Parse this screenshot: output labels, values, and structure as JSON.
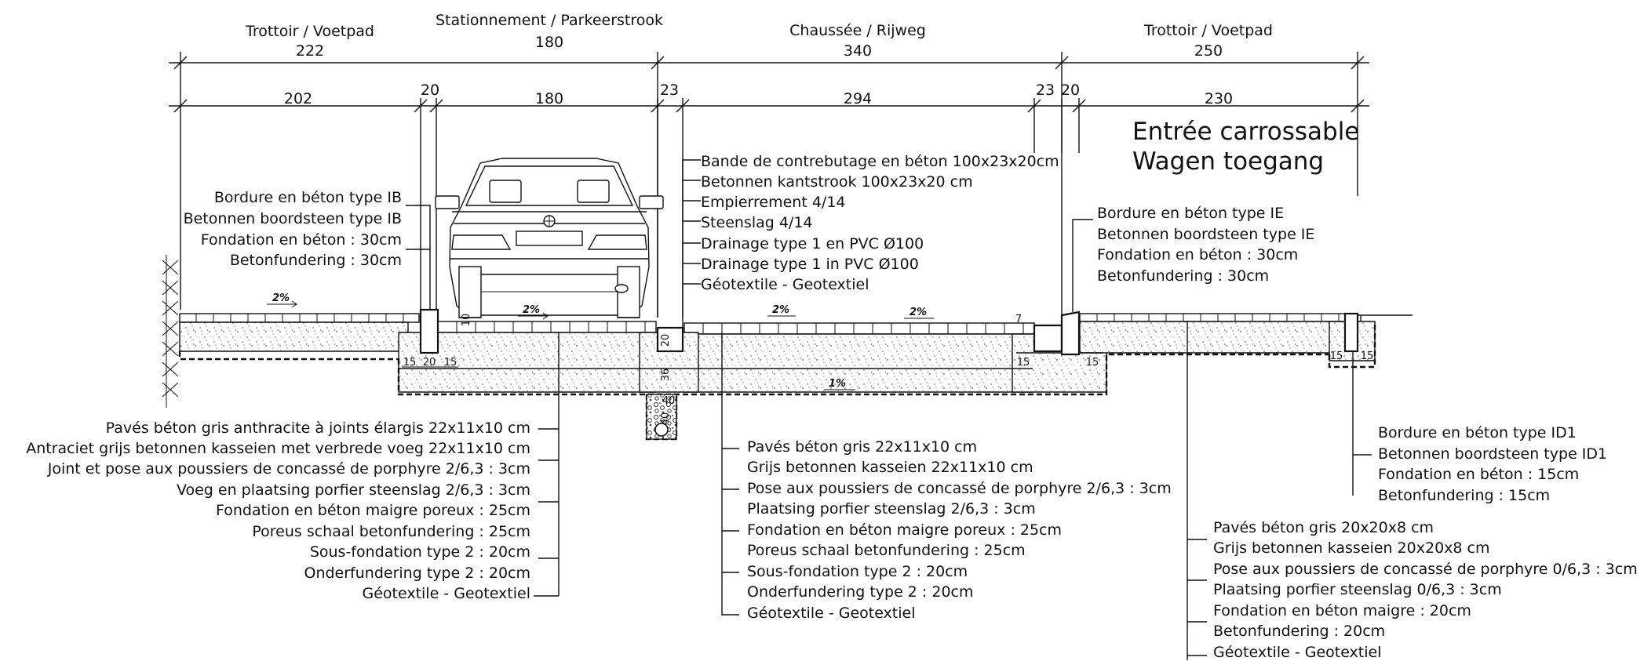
{
  "zones": [
    {
      "name": "Trottoir / Voetpad",
      "width": "222"
    },
    {
      "name": "Stationnement / Parkeerstrook",
      "width": "180"
    },
    {
      "name": "Chaussée / Rijweg",
      "width": "340"
    },
    {
      "name": "Trottoir / Voetpad",
      "width": "250"
    }
  ],
  "subdims": [
    "202",
    "20",
    "180",
    "23",
    "294",
    "23",
    "20",
    "230"
  ],
  "entree": [
    "Entrée carrossable",
    "Wagen toegang"
  ],
  "slopes": [
    "2%",
    "2%",
    "2%",
    "2%",
    "1%"
  ],
  "small_dims": [
    "15",
    "20",
    "15",
    "10",
    "20",
    "36",
    "40",
    "40",
    "15",
    "15",
    "15",
    "15",
    "7"
  ],
  "legend_ib": [
    "Bordure en béton type IB",
    "Betonnen boordsteen type IB",
    "Fondation en béton : 30cm",
    "Betonfundering : 30cm"
  ],
  "legend_top_mid": [
    "Bande de contrebutage en béton 100x23x20cm",
    "Betonnen kantstrook 100x23x20 cm",
    "Empierrement 4/14",
    "Steenslag 4/14",
    "Drainage type 1 en PVC Ø100",
    "Drainage type 1 in PVC Ø100",
    "Géotextile - Geotextiel"
  ],
  "legend_ie": [
    "Bordure en béton type IE",
    "Betonnen boordsteen type IE",
    "Fondation en béton : 30cm",
    "Betonfundering : 30cm"
  ],
  "legend_bottom_left": [
    "Pavés béton gris anthracite à joints élargis 22x11x10 cm",
    "Antraciet grijs betonnen kasseien met verbrede voeg 22x11x10 cm",
    "Joint et pose aux poussiers de concassé de porphyre 2/6,3 : 3cm",
    "Voeg en plaatsing porfier steenslag 2/6,3 : 3cm",
    "Fondation en béton maigre poreux : 25cm",
    "Poreus schaal betonfundering : 25cm",
    "Sous-fondation type 2 : 20cm",
    "Onderfundering type 2 : 20cm",
    "Géotextile - Geotextiel"
  ],
  "legend_bottom_mid": [
    "Pavés béton gris 22x11x10 cm",
    "Grijs betonnen kasseien 22x11x10 cm",
    "Pose aux poussiers de concassé de porphyre 2/6,3 : 3cm",
    "Plaatsing porfier steenslag 2/6,3 : 3cm",
    "Fondation en béton maigre poreux : 25cm",
    "Poreus schaal betonfundering : 25cm",
    "Sous-fondation type 2 : 20cm",
    "Onderfundering type 2 : 20cm",
    "Géotextile - Geotextiel"
  ],
  "legend_id1": [
    "Bordure en béton type ID1",
    "Betonnen boordsteen type ID1",
    "Fondation en béton : 15cm",
    "Betonfundering : 15cm"
  ],
  "legend_bottom_right": [
    "Pavés béton gris 20x20x8 cm",
    "Grijs betonnen kasseien 20x20x8 cm",
    "Pose aux poussiers de concassé de porphyre 0/6,3 : 3cm",
    "Plaatsing porfier steenslag 0/6,3 : 3cm",
    "Fondation en béton maigre : 20cm",
    "Betonfundering : 20cm",
    "Géotextile - Geotextiel"
  ]
}
